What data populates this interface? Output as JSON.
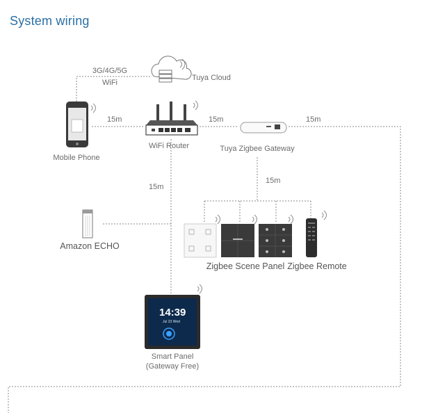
{
  "title": "System wiring",
  "labels": {
    "network": "3G/4G/5G",
    "wifi": "WiFi",
    "cloud": "Tuya Cloud",
    "phone": "Mobile Phone",
    "router": "WiFi Router",
    "gateway": "Tuya Zigbee Gateway",
    "echo": "Amazon ECHO",
    "scene_panel": "Zigbee Scene Panel",
    "remote": "Zigbee Remote",
    "smart_panel_line1": "Smart Panel",
    "smart_panel_line2": "(Gateway Free)"
  },
  "distances": {
    "phone_router": "15m",
    "router_gateway": "15m",
    "gateway_right": "15m",
    "gateway_devices": "15m",
    "router_down": "15m"
  },
  "smart_panel_screen": {
    "time": "14:39",
    "date": "Jul 23 Wed"
  },
  "colors": {
    "title": "#2a6fa5",
    "wire": "#8a8a8a",
    "device_dark": "#2f2f2f"
  }
}
